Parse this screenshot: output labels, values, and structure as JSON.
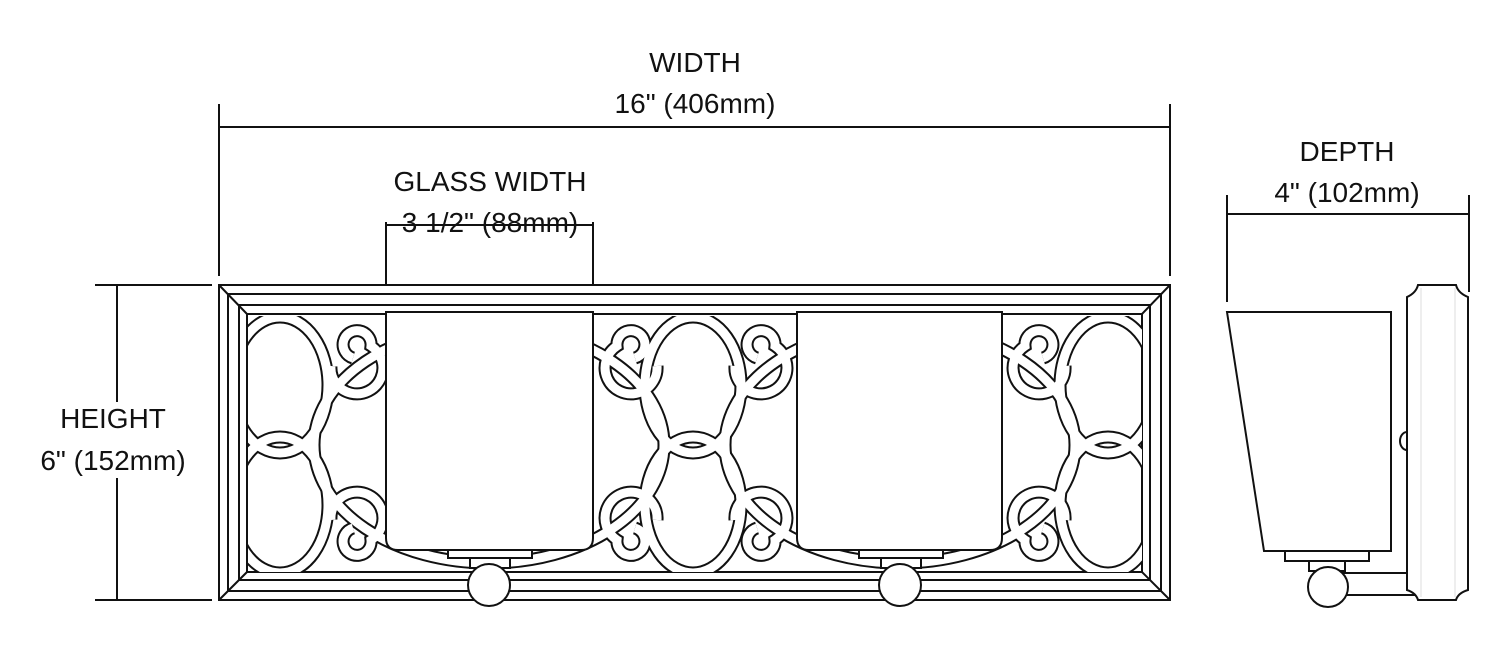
{
  "dimensions": {
    "width": {
      "title": "WIDTH",
      "value": "16\" (406mm)"
    },
    "glass_width": {
      "title": "GLASS WIDTH",
      "value": "3 1/2\" (88mm)"
    },
    "depth": {
      "title": "DEPTH",
      "value": "4\" (102mm)"
    },
    "height": {
      "title": "HEIGHT",
      "value": "6\" (152mm)"
    }
  },
  "colors": {
    "line": "#111111",
    "background": "#ffffff"
  }
}
